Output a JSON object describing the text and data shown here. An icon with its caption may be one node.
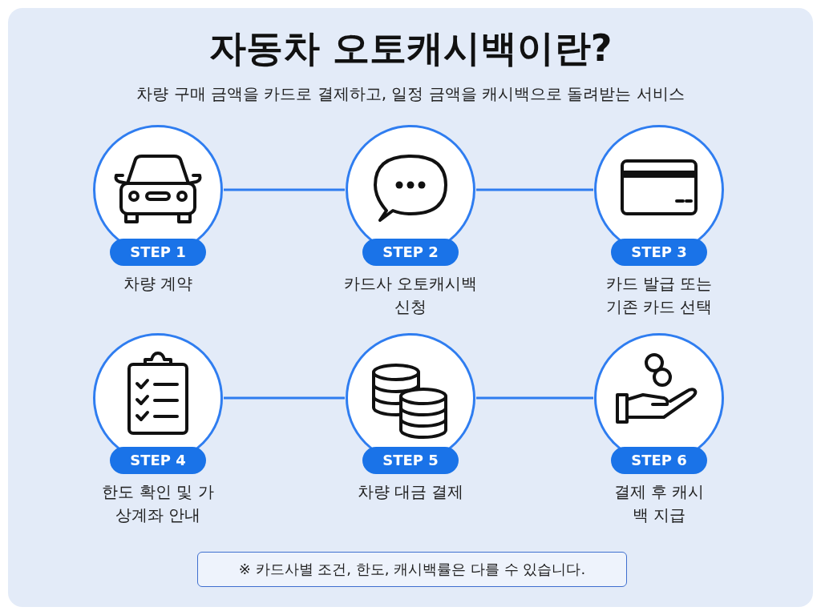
{
  "diagram": {
    "title": "자동차 오토캐시백이란?",
    "nodes": [
      {
        "text": [
          "STEP 1"
        ],
        "beside": [
          "차량 계약"
        ]
      },
      {
        "text": [
          "STEP 2"
        ],
        "beside": [
          "카드사 오토캐시백 신청"
        ]
      },
      {
        "text": [
          "STEP 3"
        ],
        "beside": [
          "카드 발급 또는 기존 카드 선택"
        ]
      },
      {
        "text": [
          "STEP 4"
        ],
        "beside": [
          "한도 확인 및 가상계좌 안내"
        ]
      },
      {
        "text": [
          "STEP 5"
        ],
        "beside": [
          "차량 대금 결제"
        ]
      },
      {
        "text": [
          "STEP 6"
        ],
        "beside": [
          "결제 후 캐시백 지급"
        ]
      },
      {
        "text": [
          "※ 카드사별 조건, 한도, 캐시백률은 다를 수 있습니다."
        ]
      }
    ],
    "edges": [
      {
        "from": 0,
        "to": 1,
        "arrow": "none"
      },
      {
        "from": 1,
        "to": 2,
        "arrow": "none"
      },
      {
        "from": 3,
        "to": 4,
        "arrow": "none"
      },
      {
        "from": 4,
        "to": 5,
        "arrow": "none"
      }
    ],
    "labels": [
      "차량 구매 금액을 카드로 결제하고, 일정 금액을 캐시백으로 돌려받는 서비스"
    ]
  }
}
